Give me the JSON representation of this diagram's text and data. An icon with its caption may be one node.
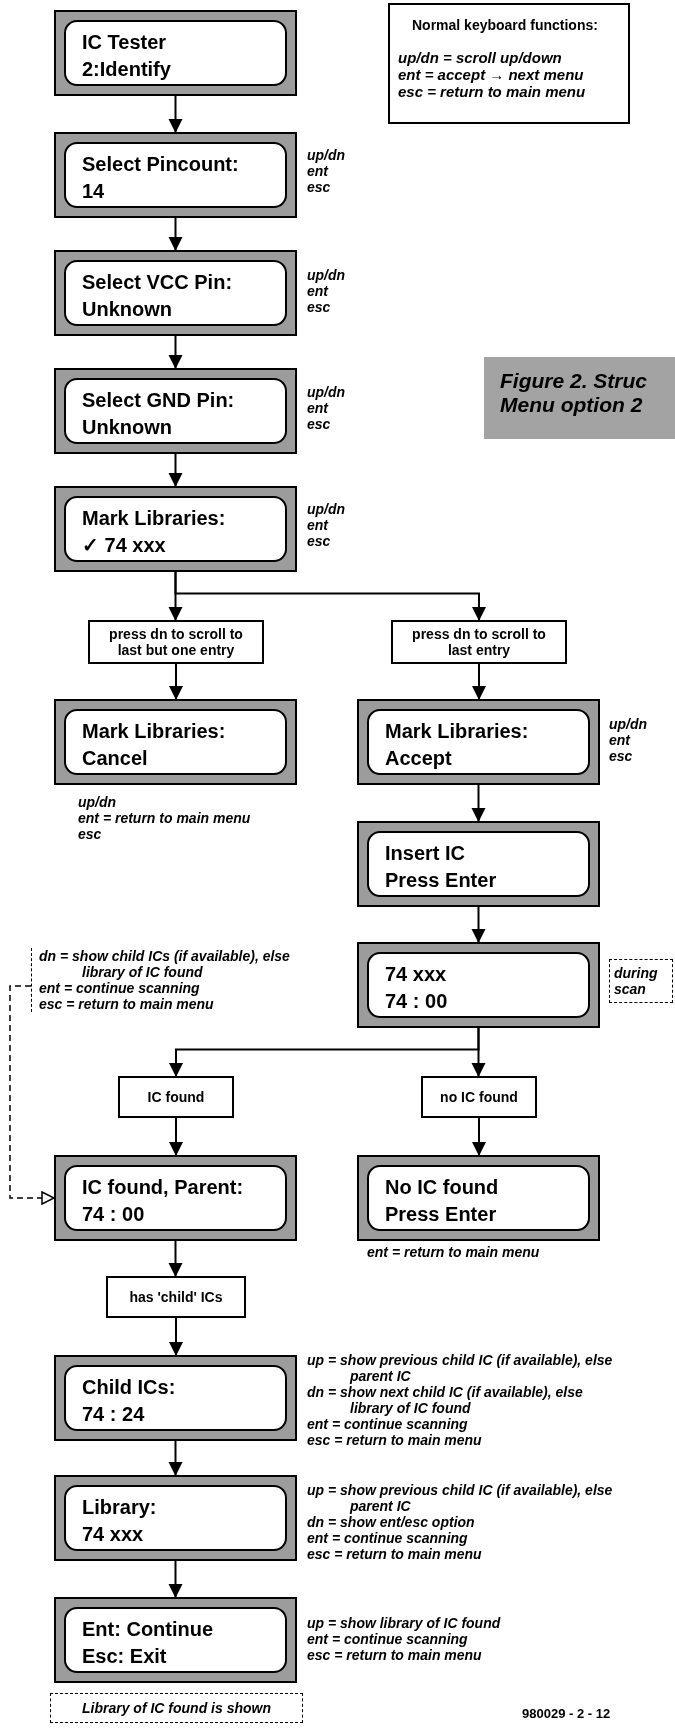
{
  "diagram": {
    "caption": "Figure 2. Struc Menu option 2",
    "nodes": [
      {
        "text": [
          "IC Tester",
          "2:Identify"
        ]
      },
      {
        "text": [
          "Normal keyboard functions:",
          "up/dn = scroll up/down",
          "ent = accept → next menu",
          "esc = return to main menu"
        ]
      },
      {
        "text": [
          "Select Pincount:",
          "14"
        ],
        "beside": [
          "up/dn",
          "ent",
          "esc"
        ]
      },
      {
        "text": [
          "Select VCC Pin:",
          "Unknown"
        ],
        "beside": [
          "up/dn",
          "ent",
          "esc"
        ]
      },
      {
        "text": [
          "Select GND Pin:",
          "Unknown"
        ],
        "beside": [
          "up/dn",
          "ent",
          "esc"
        ]
      },
      {
        "text": [
          "Mark Libraries:",
          "✓ 74 xxx"
        ],
        "beside": [
          "up/dn",
          "ent",
          "esc"
        ]
      },
      {
        "text": [
          "press dn to scroll to last but one entry"
        ]
      },
      {
        "text": [
          "press dn to scroll to last entry"
        ]
      },
      {
        "text": [
          "Mark Libraries:",
          "Cancel"
        ],
        "beside": [
          "up/dn",
          "ent = return to main menu",
          "esc"
        ]
      },
      {
        "text": [
          "Mark Libraries:",
          "Accept"
        ],
        "beside": [
          "up/dn",
          "ent",
          "esc"
        ]
      },
      {
        "text": [
          "Insert IC",
          "Press Enter"
        ]
      },
      {
        "text": [
          "dn = show child ICs (if available), else library of IC found",
          "ent = continue scanning",
          "esc = return to main menu"
        ]
      },
      {
        "text": [
          "74 xxx",
          "74 : 00"
        ]
      },
      {
        "text": [
          "during scan"
        ]
      },
      {
        "text": [
          "IC found"
        ]
      },
      {
        "text": [
          "no IC found"
        ]
      },
      {
        "text": [
          "IC found, Parent:",
          "74 : 00"
        ]
      },
      {
        "text": [
          "No IC found",
          "Press Enter"
        ],
        "beside": [
          "ent = return to main menu"
        ]
      },
      {
        "text": [
          "has 'child' ICs"
        ]
      },
      {
        "text": [
          "Child ICs:",
          "74 : 24"
        ],
        "beside": [
          "up = show previous child IC (if available), else parent IC",
          "dn = show next child IC (if available), else library of IC found",
          "ent = continue scanning",
          "esc = return to main menu"
        ]
      },
      {
        "text": [
          "Library:",
          "74 xxx"
        ],
        "beside": [
          "up = show previous child IC (if available), else parent IC",
          "dn = show ent/esc option",
          "ent = continue scanning",
          "esc = return to main menu"
        ]
      },
      {
        "text": [
          "Ent: Continue",
          "Esc: Exit"
        ],
        "beside": [
          "up = show library of IC found",
          "ent = continue scanning",
          "esc = return to main menu"
        ]
      },
      {
        "text": [
          "Library of IC found is shown"
        ]
      }
    ],
    "edges": [
      {
        "from": 0,
        "to": 2,
        "arrow": "to"
      },
      {
        "from": 2,
        "to": 3,
        "arrow": "to"
      },
      {
        "from": 3,
        "to": 4,
        "arrow": "to"
      },
      {
        "from": 4,
        "to": 5,
        "arrow": "to"
      },
      {
        "from": 5,
        "to": 6,
        "arrow": "to"
      },
      {
        "from": 5,
        "to": 7,
        "arrow": "to"
      },
      {
        "from": 6,
        "to": 8,
        "arrow": "to"
      },
      {
        "from": 7,
        "to": 9,
        "arrow": "to"
      },
      {
        "from": 9,
        "to": 10,
        "arrow": "to"
      },
      {
        "from": 10,
        "to": 12,
        "arrow": "to"
      },
      {
        "from": 12,
        "to": 14,
        "arrow": "to"
      },
      {
        "from": 12,
        "to": 15,
        "arrow": "to"
      },
      {
        "from": 14,
        "to": 16,
        "arrow": "to"
      },
      {
        "from": 15,
        "to": 17,
        "arrow": "to"
      },
      {
        "from": 16,
        "to": 18,
        "arrow": "to"
      },
      {
        "from": 18,
        "to": 19,
        "arrow": "to"
      },
      {
        "from": 19,
        "to": 20,
        "arrow": "to"
      },
      {
        "from": 20,
        "to": 21,
        "arrow": "to"
      },
      {
        "from": 11,
        "to": 16,
        "arrow": "to",
        "style": "dashed"
      }
    ],
    "labels": [
      "980029 - 2 - 12"
    ]
  }
}
